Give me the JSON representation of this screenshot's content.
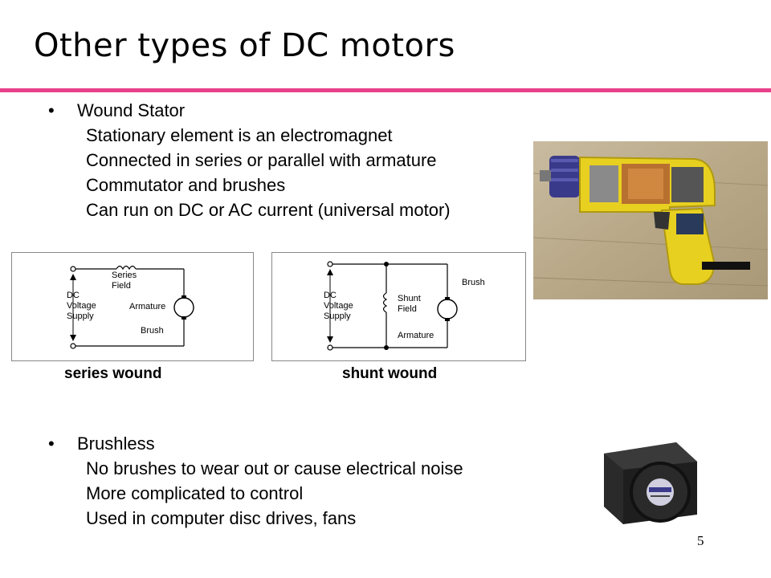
{
  "slide": {
    "title": "Other types of DC motors",
    "page_number": "5",
    "accent_color": "#e8408a"
  },
  "section1": {
    "bullet": "•",
    "heading": "Wound Stator",
    "lines": [
      "Stationary element is an electromagnet",
      "Connected in series or parallel with armature",
      "Commutator and brushes",
      "Can run on DC or AC current (universal motor)"
    ]
  },
  "diagrams": {
    "series": {
      "caption": "series wound",
      "labels": {
        "field_1": "Series",
        "field_2": "Field",
        "dc": "DC",
        "voltage": "Voltage",
        "supply": "Supply",
        "armature": "Armature",
        "brush": "Brush"
      }
    },
    "shunt": {
      "caption": "shunt wound",
      "labels": {
        "dc": "DC",
        "voltage": "Voltage",
        "supply": "Supply",
        "field_1": "Shunt",
        "field_2": "Field",
        "brush": "Brush",
        "armature": "Armature"
      }
    }
  },
  "section2": {
    "bullet": "•",
    "heading": "Brushless",
    "lines": [
      "No brushes to wear out or cause electrical noise",
      "More complicated to control",
      "Used in computer disc drives, fans"
    ]
  },
  "photos": {
    "drill_icon": "drill-photo",
    "fan_icon": "fan-photo"
  }
}
